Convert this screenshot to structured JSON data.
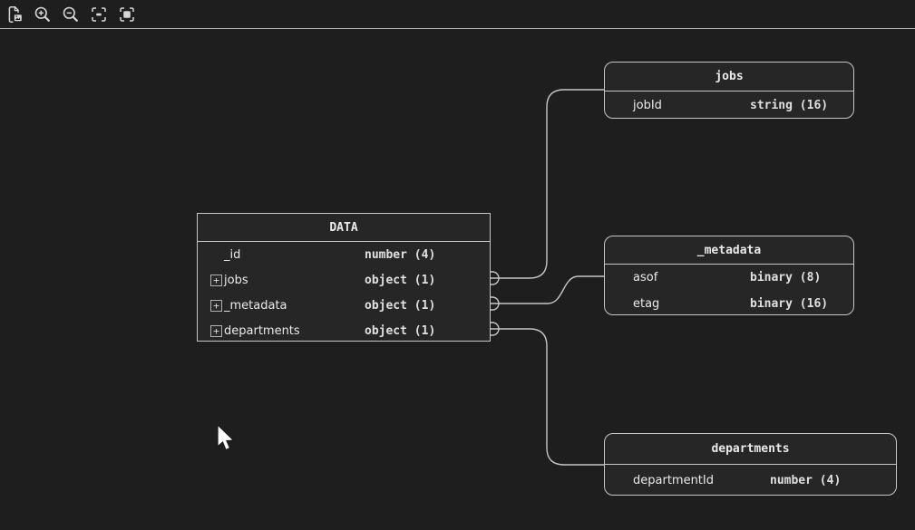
{
  "toolbar": {
    "icons": [
      "export-image-icon",
      "zoom-in-icon",
      "zoom-out-icon",
      "zoom-actual-size-icon",
      "zoom-to-fit-icon"
    ]
  },
  "colors": {
    "background": "#1e1e1e",
    "table_fill": "#262626",
    "border": "#c6c6c6",
    "text": "#eaeaea",
    "type_text": "#e0e0e0",
    "connector": "#c6c6c6",
    "toolbar_separator": "#b5b5b5",
    "icon": "#d6d6d6"
  },
  "diagram": {
    "tables": [
      {
        "title": "DATA",
        "fields": [
          {
            "name": "_id",
            "type": "number (4)",
            "expandable": false
          },
          {
            "name": "jobs",
            "type": "object (1)",
            "expandable": true
          },
          {
            "name": "_metadata",
            "type": "object (1)",
            "expandable": true
          },
          {
            "name": "departments",
            "type": "object (1)",
            "expandable": true
          }
        ]
      },
      {
        "title": "jobs",
        "fields": [
          {
            "name": "jobId",
            "type": "string (16)"
          }
        ]
      },
      {
        "title": "_metadata",
        "fields": [
          {
            "name": "asof",
            "type": "binary (8)"
          },
          {
            "name": "etag",
            "type": "binary (16)"
          }
        ]
      },
      {
        "title": "departments",
        "fields": [
          {
            "name": "departmentId",
            "type": "number (4)"
          }
        ]
      }
    ],
    "relations": [
      {
        "from": "DATA.jobs",
        "to": "jobs"
      },
      {
        "from": "DATA._metadata",
        "to": "_metadata"
      },
      {
        "from": "DATA.departments",
        "to": "departments"
      }
    ]
  }
}
